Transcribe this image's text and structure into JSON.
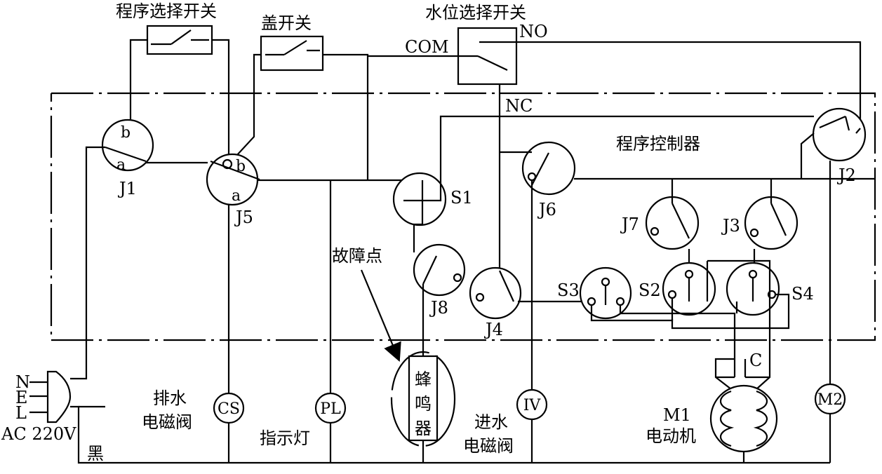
{
  "switches": {
    "program_select": "程序选择开关",
    "lid": "盖开关",
    "water_level": "水位选择开关",
    "com": "COM",
    "no": "NO",
    "nc": "NC"
  },
  "controller": {
    "title": "程序控制器"
  },
  "contacts": {
    "j1": "J1",
    "j2": "J2",
    "j3": "J3",
    "j4": "J4",
    "j5": "J5",
    "j6": "J6",
    "j7": "J7",
    "j8": "J8",
    "s1": "S1",
    "s2": "S2",
    "s3": "S3",
    "s4": "S4",
    "a": "a",
    "b": "b"
  },
  "plug": {
    "n": "N",
    "e": "E",
    "l": "L",
    "ac": "AC 220V",
    "black": "黑"
  },
  "loads": {
    "cs": "CS",
    "pl": "PL",
    "iv": "IV",
    "m2": "M2",
    "c": "C",
    "drain_valve_1": "排水",
    "drain_valve_2": "电磁阀",
    "indicator": "指示灯",
    "inlet_valve_1": "进水",
    "inlet_valve_2": "电磁阀",
    "motor_1": "M1",
    "motor_2": "电动机",
    "buzzer": [
      "蜂",
      "鸣",
      "器"
    ],
    "fault": "故障点"
  }
}
